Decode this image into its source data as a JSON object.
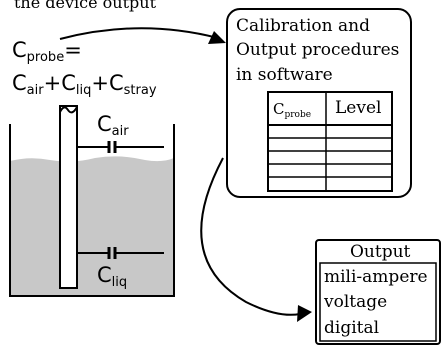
{
  "top_caption": "the device output",
  "formula": {
    "lhs": "C",
    "lhs_sub": "probe",
    "eq": "=",
    "terms": [
      {
        "main": "C",
        "sub": "air",
        "op": "+"
      },
      {
        "main": "C",
        "sub": "liq",
        "op": "+"
      },
      {
        "main": "C",
        "sub": "stray",
        "op": ""
      }
    ]
  },
  "tank": {
    "cap_top_label": "C",
    "cap_top_sub": "air",
    "cap_bottom_label": "C",
    "cap_bottom_sub": "liq"
  },
  "software_box": {
    "lines": [
      "Calibration and",
      "Output procedures",
      "in software"
    ],
    "table_header_1": "C",
    "table_header_1_sub": "probe",
    "table_header_2": "Level"
  },
  "output_box": {
    "title": "Output",
    "items": [
      "mili-ampere",
      "voltage",
      "digital"
    ]
  },
  "colors": {
    "liquid": "#c8c8c8",
    "stroke": "#000000"
  }
}
